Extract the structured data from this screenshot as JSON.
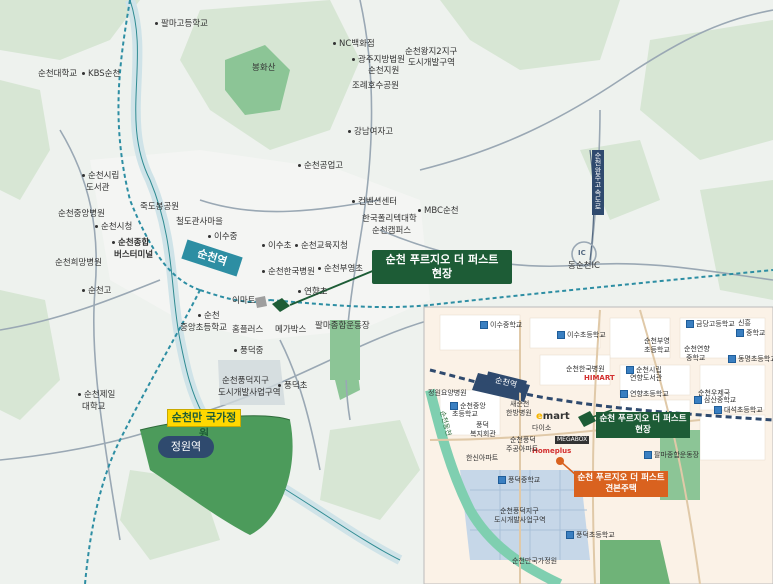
{
  "main_map": {
    "labels": {
      "palma_high": "팔마고등학교",
      "bonghwasan": "봉화산",
      "nc_department": "NC백화점",
      "gwangju_court": "광주지방법원",
      "suncheon_court": "순천지원",
      "suncheon_wangji": "순천왕지2지구",
      "urban_dev": "도시개발구역",
      "joryeho_park": "조례호수공원",
      "gangnam_girls": "강남여자고",
      "suncheon_univ": "순천대학교",
      "kbs_suncheon": "KBS순천",
      "suncheon_tech_high": "순천공업고",
      "library_1": "순천시립",
      "library_2": "도서관",
      "jukdobong_park": "죽도봉공원",
      "central_hospital": "순천중앙병원",
      "city_hall": "순천시청",
      "railway_village": "철도관사마을",
      "isu_middle": "이수중",
      "convention_center": "컨벤션센터",
      "mbc_suncheon": "MBC순천",
      "polytech_1": "한국폴리텍대학",
      "polytech_2": "순천캠퍼스",
      "bus_terminal_1": "순천종합",
      "bus_terminal_2": "버스터미널",
      "isu_elem": "이수초",
      "education_office": "순천교육지청",
      "hyeri_hospital": "순천희망병원",
      "korea_hospital": "순천한국병원",
      "bugyeong_elem": "순천부영초",
      "suncheon_high": "순천고",
      "yeonhyang_elem": "연향초",
      "emart": "이마트",
      "central_elem_1": "순천",
      "central_elem_2": "중앙초등학교",
      "homeplus": "홈플러스",
      "megabox": "메가박스",
      "palma_stadium": "팔마종합운동장",
      "pungdeok_middle": "풍덕중",
      "pungdeok_district_1": "순천풍덕지구",
      "pungdeok_district_2": "도시개발사업구역",
      "pungdeok_elem": "풍덕초",
      "jeil_univ_1": "순천제일",
      "jeil_univ_2": "대학교",
      "ic_name": "동순천IC",
      "ic_symbol": "IC",
      "expressway": "순천완주고속도로"
    },
    "station_badge": "순천역",
    "site_callout_line1": "순천 푸르지오 더 퍼스트",
    "site_callout_line2": "현장",
    "garden_badge": "순천만 국가정원",
    "jeongwon_station": "정원역"
  },
  "inset_map": {
    "labels": {
      "isu_middle": "이수중학교",
      "isu_elem": "이수초등학교",
      "geumdang_high": "금당고등학교",
      "sinheung_middle_1": "신흥",
      "sinheung_middle_2": "중학교",
      "bugyeong_elem_1": "순천부영",
      "bugyeong_elem_2": "초등학교",
      "yeonhyang_middle_1": "순천연향",
      "yeonhyang_middle_2": "중학교",
      "dongyeong_elem": "동명초등학교",
      "korea_hospital": "순천한국병원",
      "himart": "HIMART",
      "library_1": "순천시립",
      "library_2": "연향도서관",
      "yeonhyang_elem": "연향초등학교",
      "samsan_middle": "삼산중학교",
      "woojae_center": "순천우제국",
      "daeseok_elem": "대석초등학교",
      "jeongwon_hospital": "정원요양병원",
      "central_elem_1": "순천중앙",
      "central_elem_2": "초등학교",
      "pungdeok_welfare_1": "풍덕",
      "pungdeok_welfare_2": "복지회관",
      "saesun_1": "새순천",
      "saesun_2": "한방병원",
      "emart_logo": "e",
      "emart_word": "mart",
      "daiso": "다이소",
      "megabox_logo": "MEGABOX",
      "homeplus_logo": "Homeplus",
      "hansin_apt": "한신아파트",
      "yeok_apt_1": "순천풍덕",
      "yeok_apt_2": "주공아파트",
      "pungdeok_middle": "풍덕중학교",
      "pungdeok_dev_1": "순천풍덕지구",
      "pungdeok_dev_2": "도시개발사업구역",
      "pungdeok_elem": "풍덕초등학교",
      "suncheon_river": "순천동천",
      "palma_stadium": "팔마종합운동장",
      "garden_inset": "순천만국가정원"
    },
    "station_badge": "순천역",
    "site_callout_line1": "순천 푸르지오 더 퍼스트",
    "site_callout_line2": "현장",
    "model_callout_line1": "순천 푸르지오 더 퍼스트",
    "model_callout_line2": "견본주택"
  },
  "colors": {
    "callout_green": "#1d5c36",
    "station_teal": "#2d8ea3",
    "model_orange": "#d9621f",
    "garden_green": "#4c9b5b",
    "garden_badge_yellow": "#ffd800"
  }
}
